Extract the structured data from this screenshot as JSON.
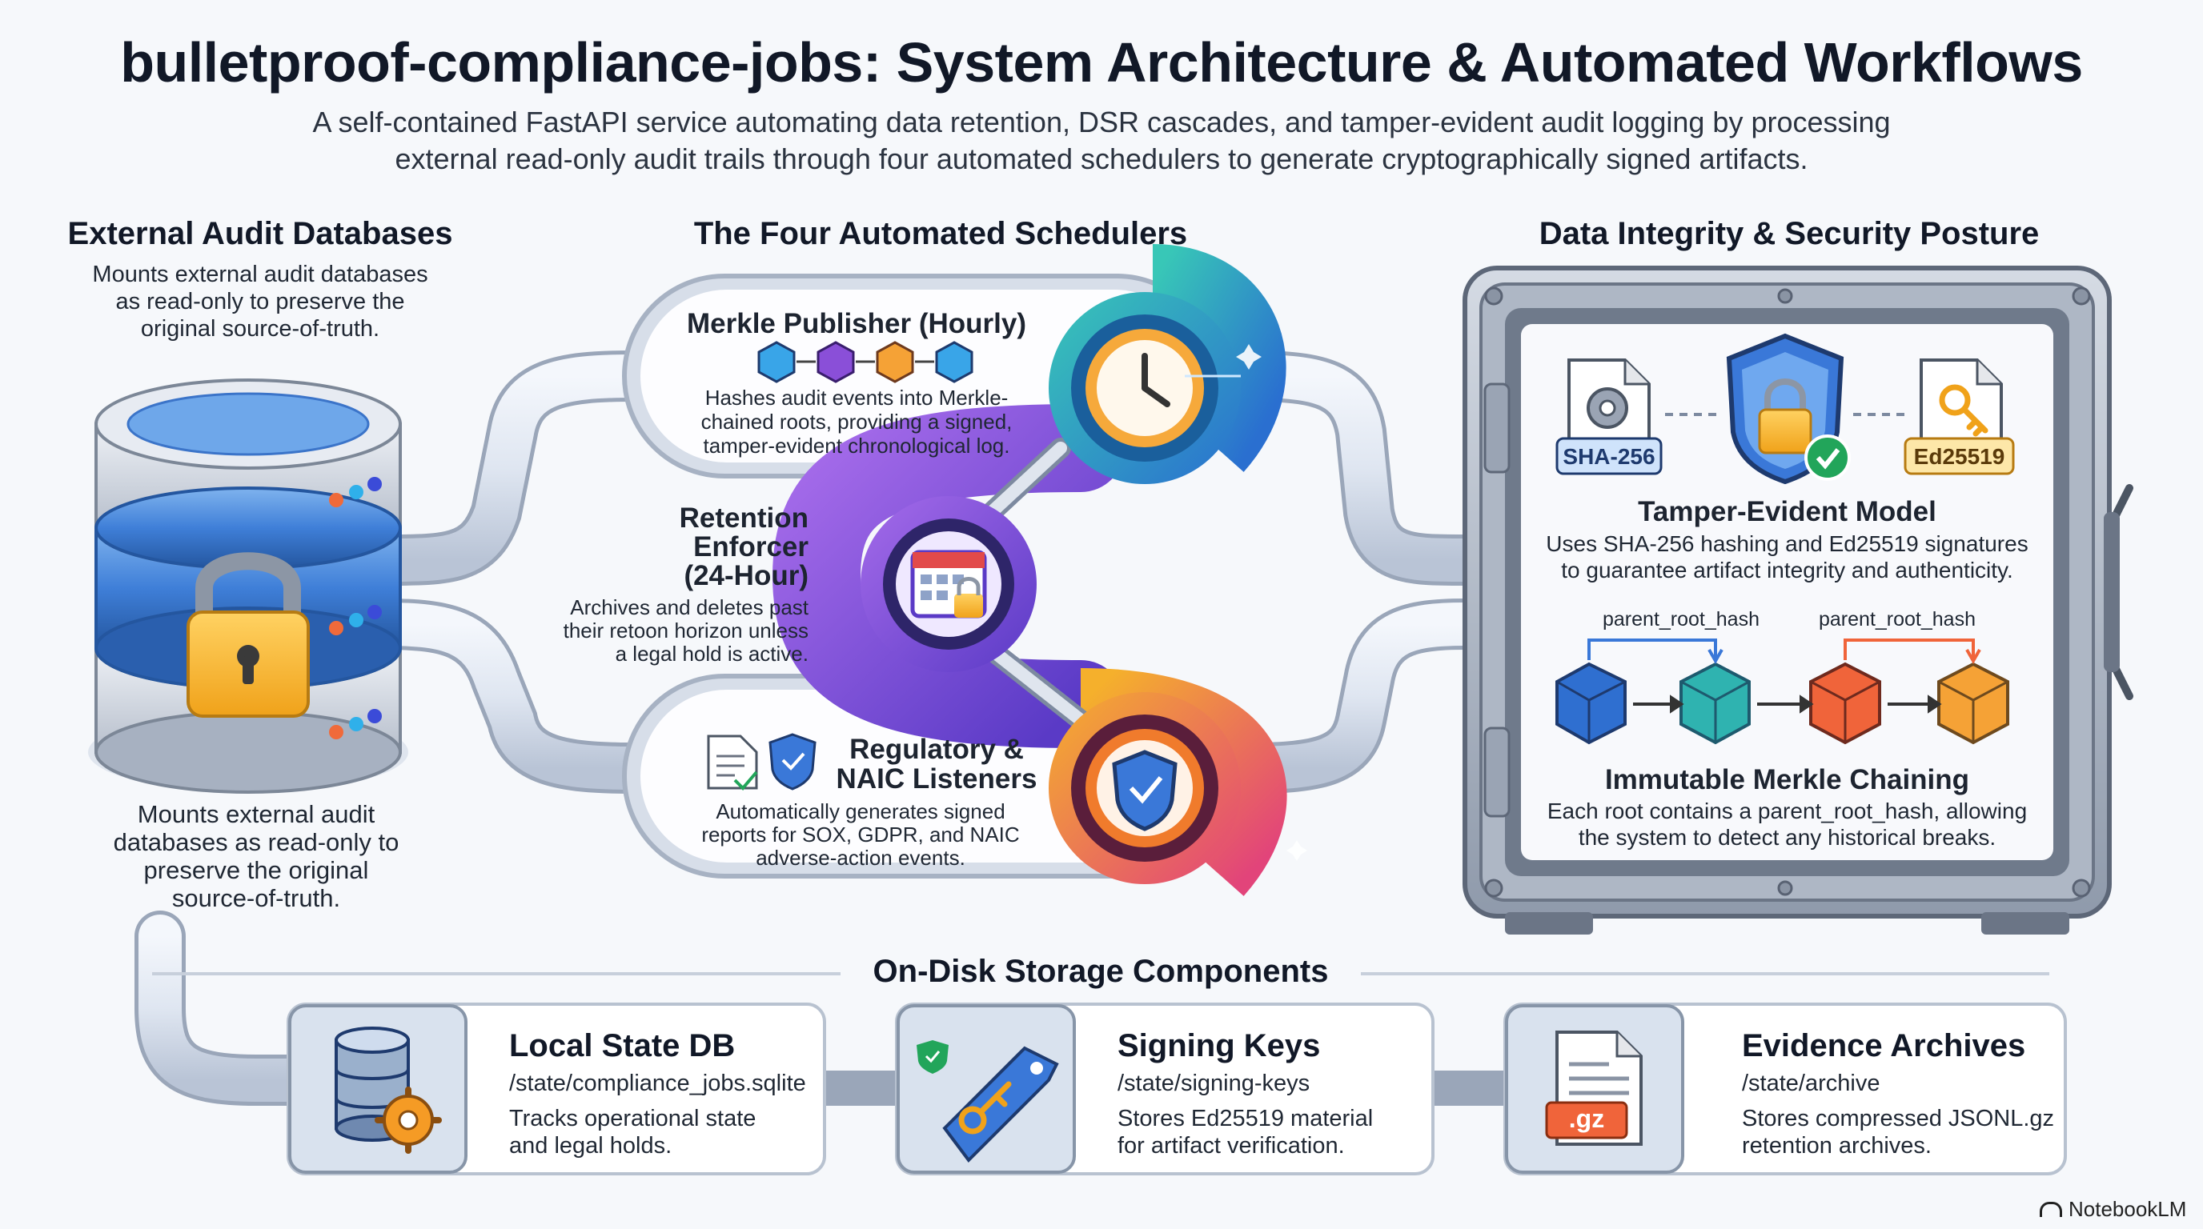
{
  "header": {
    "title": "bulletproof-compliance-jobs: System Architecture & Automated Workflows",
    "subtitle_line1": "A self-contained FastAPI service automating data retention, DSR cascades, and tamper-evident audit logging by processing",
    "subtitle_line2": "external read-only audit trails through four automated schedulers to generate cryptographically signed artifacts."
  },
  "external": {
    "heading": "External Audit Databases",
    "desc_top": [
      "Mounts external audit databases",
      "as read-only to preserve the",
      "original source-of-truth."
    ],
    "desc_bottom": [
      "Mounts external audit",
      "databases as read-only to",
      "preserve the original",
      "source-of-truth."
    ]
  },
  "schedulers": {
    "heading": "The Four Automated Schedulers",
    "merkle": {
      "title": "Merkle Publisher (Hourly)",
      "desc": [
        "Hashes audit events into Merkle-",
        "chained roots, providing a signed,",
        "tamper-evident chronological log."
      ]
    },
    "retention": {
      "title": [
        "Retention",
        "Enforcer",
        "(24-Hour)"
      ],
      "desc": [
        "Archives and deletes past",
        "their retoon horizon unless",
        "a legal hold is active."
      ]
    },
    "regulatory": {
      "title": [
        "Regulatory &",
        "NAIC Listeners"
      ],
      "desc": [
        "Automatically generates signed",
        "reports for SOX, GDPR, and NAIC",
        "adverse-action events."
      ]
    }
  },
  "integrity": {
    "heading": "Data Integrity & Security Posture",
    "sha_label": "SHA-256",
    "ed_label": "Ed25519",
    "tamper_title": "Tamper-Evident Model",
    "tamper_desc": [
      "Uses SHA-256 hashing and Ed25519 signatures",
      "to guarantee artifact integrity and authenticity."
    ],
    "parent_hash_1": "parent_root_hash",
    "parent_hash_2": "parent_root_hash",
    "merkle_title": "Immutable Merkle Chaining",
    "merkle_desc": [
      "Each root contains a parent_root_hash, allowing",
      "the system to detect any historical breaks."
    ]
  },
  "storage": {
    "heading": "On-Disk Storage Components",
    "items": [
      {
        "title": "Local State DB",
        "path": "/state/compliance_jobs.sqlite",
        "desc": [
          "Tracks operational state",
          "and legal holds."
        ]
      },
      {
        "title": "Signing Keys",
        "path": "/state/signing-keys",
        "desc": [
          "Stores Ed25519 material",
          "for artifact verification."
        ]
      },
      {
        "title": "Evidence Archives",
        "path": "/state/archive",
        "desc": [
          "Stores compressed JSONL.gz",
          "retention archives."
        ],
        "file_label": ".gz"
      }
    ]
  },
  "branding": {
    "label": "NotebookLM"
  },
  "colors": {
    "teal": "#22b3b8",
    "purple": "#8b4fd6",
    "orange": "#f08a2c",
    "pink": "#e2447a",
    "navy": "#1e3a6e"
  }
}
